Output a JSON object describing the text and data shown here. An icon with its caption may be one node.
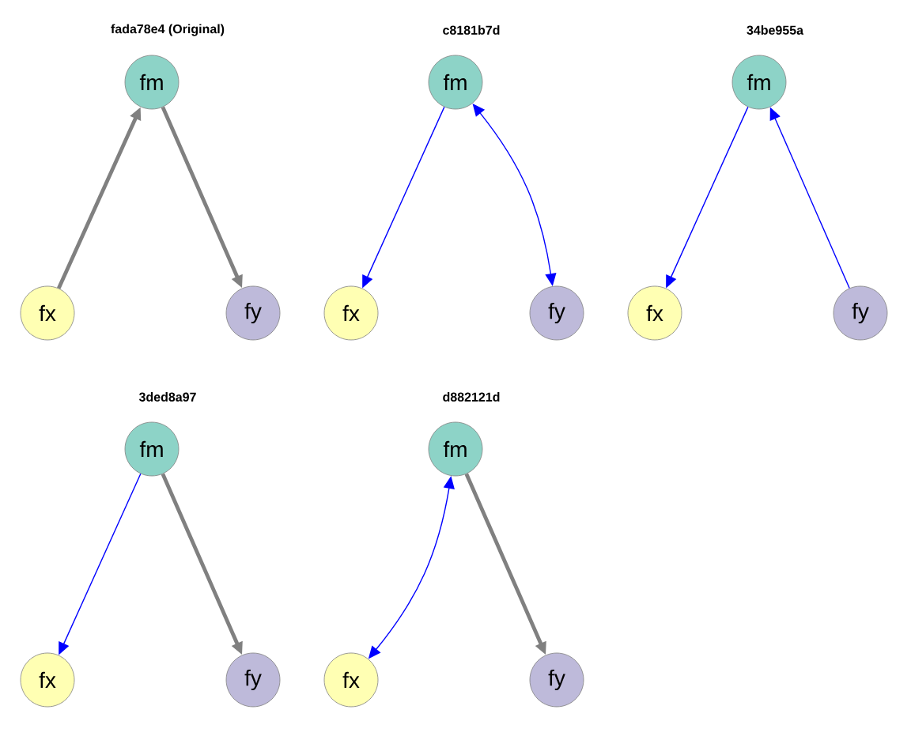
{
  "diagram": {
    "nodes": [
      {
        "text": [
          "fm"
        ]
      },
      {
        "text": [
          "fx"
        ]
      },
      {
        "text": [
          "fy"
        ]
      },
      {
        "text": [
          "fm"
        ]
      },
      {
        "text": [
          "fx"
        ]
      },
      {
        "text": [
          "fy"
        ]
      },
      {
        "text": [
          "fm"
        ]
      },
      {
        "text": [
          "fx"
        ]
      },
      {
        "text": [
          "fy"
        ]
      },
      {
        "text": [
          "fm"
        ]
      },
      {
        "text": [
          "fx"
        ]
      },
      {
        "text": [
          "fy"
        ]
      },
      {
        "text": [
          "fm"
        ]
      },
      {
        "text": [
          "fx"
        ]
      },
      {
        "text": [
          "fy"
        ]
      }
    ],
    "edges": [
      {
        "from": 1,
        "to": 0,
        "arrow": "to",
        "style": "thick",
        "color": "#808080"
      },
      {
        "from": 0,
        "to": 2,
        "arrow": "to",
        "style": "thick",
        "color": "#808080"
      },
      {
        "from": 3,
        "to": 4,
        "arrow": "to"
      },
      {
        "from": 3,
        "to": 5,
        "arrow": "both"
      },
      {
        "from": 6,
        "to": 7,
        "arrow": "to"
      },
      {
        "from": 8,
        "to": 6,
        "arrow": "to"
      },
      {
        "from": 9,
        "to": 10,
        "arrow": "to"
      },
      {
        "from": 9,
        "to": 11,
        "arrow": "to",
        "style": "thick",
        "color": "#808080"
      },
      {
        "from": 12,
        "to": 13,
        "arrow": "both"
      },
      {
        "from": 12,
        "to": 14,
        "arrow": "to",
        "style": "thick",
        "color": "#808080"
      }
    ],
    "labels": [
      "fada78e4 (Original)",
      "c8181b7d",
      "34be955a",
      "3ded8a97",
      "d882121d"
    ]
  }
}
